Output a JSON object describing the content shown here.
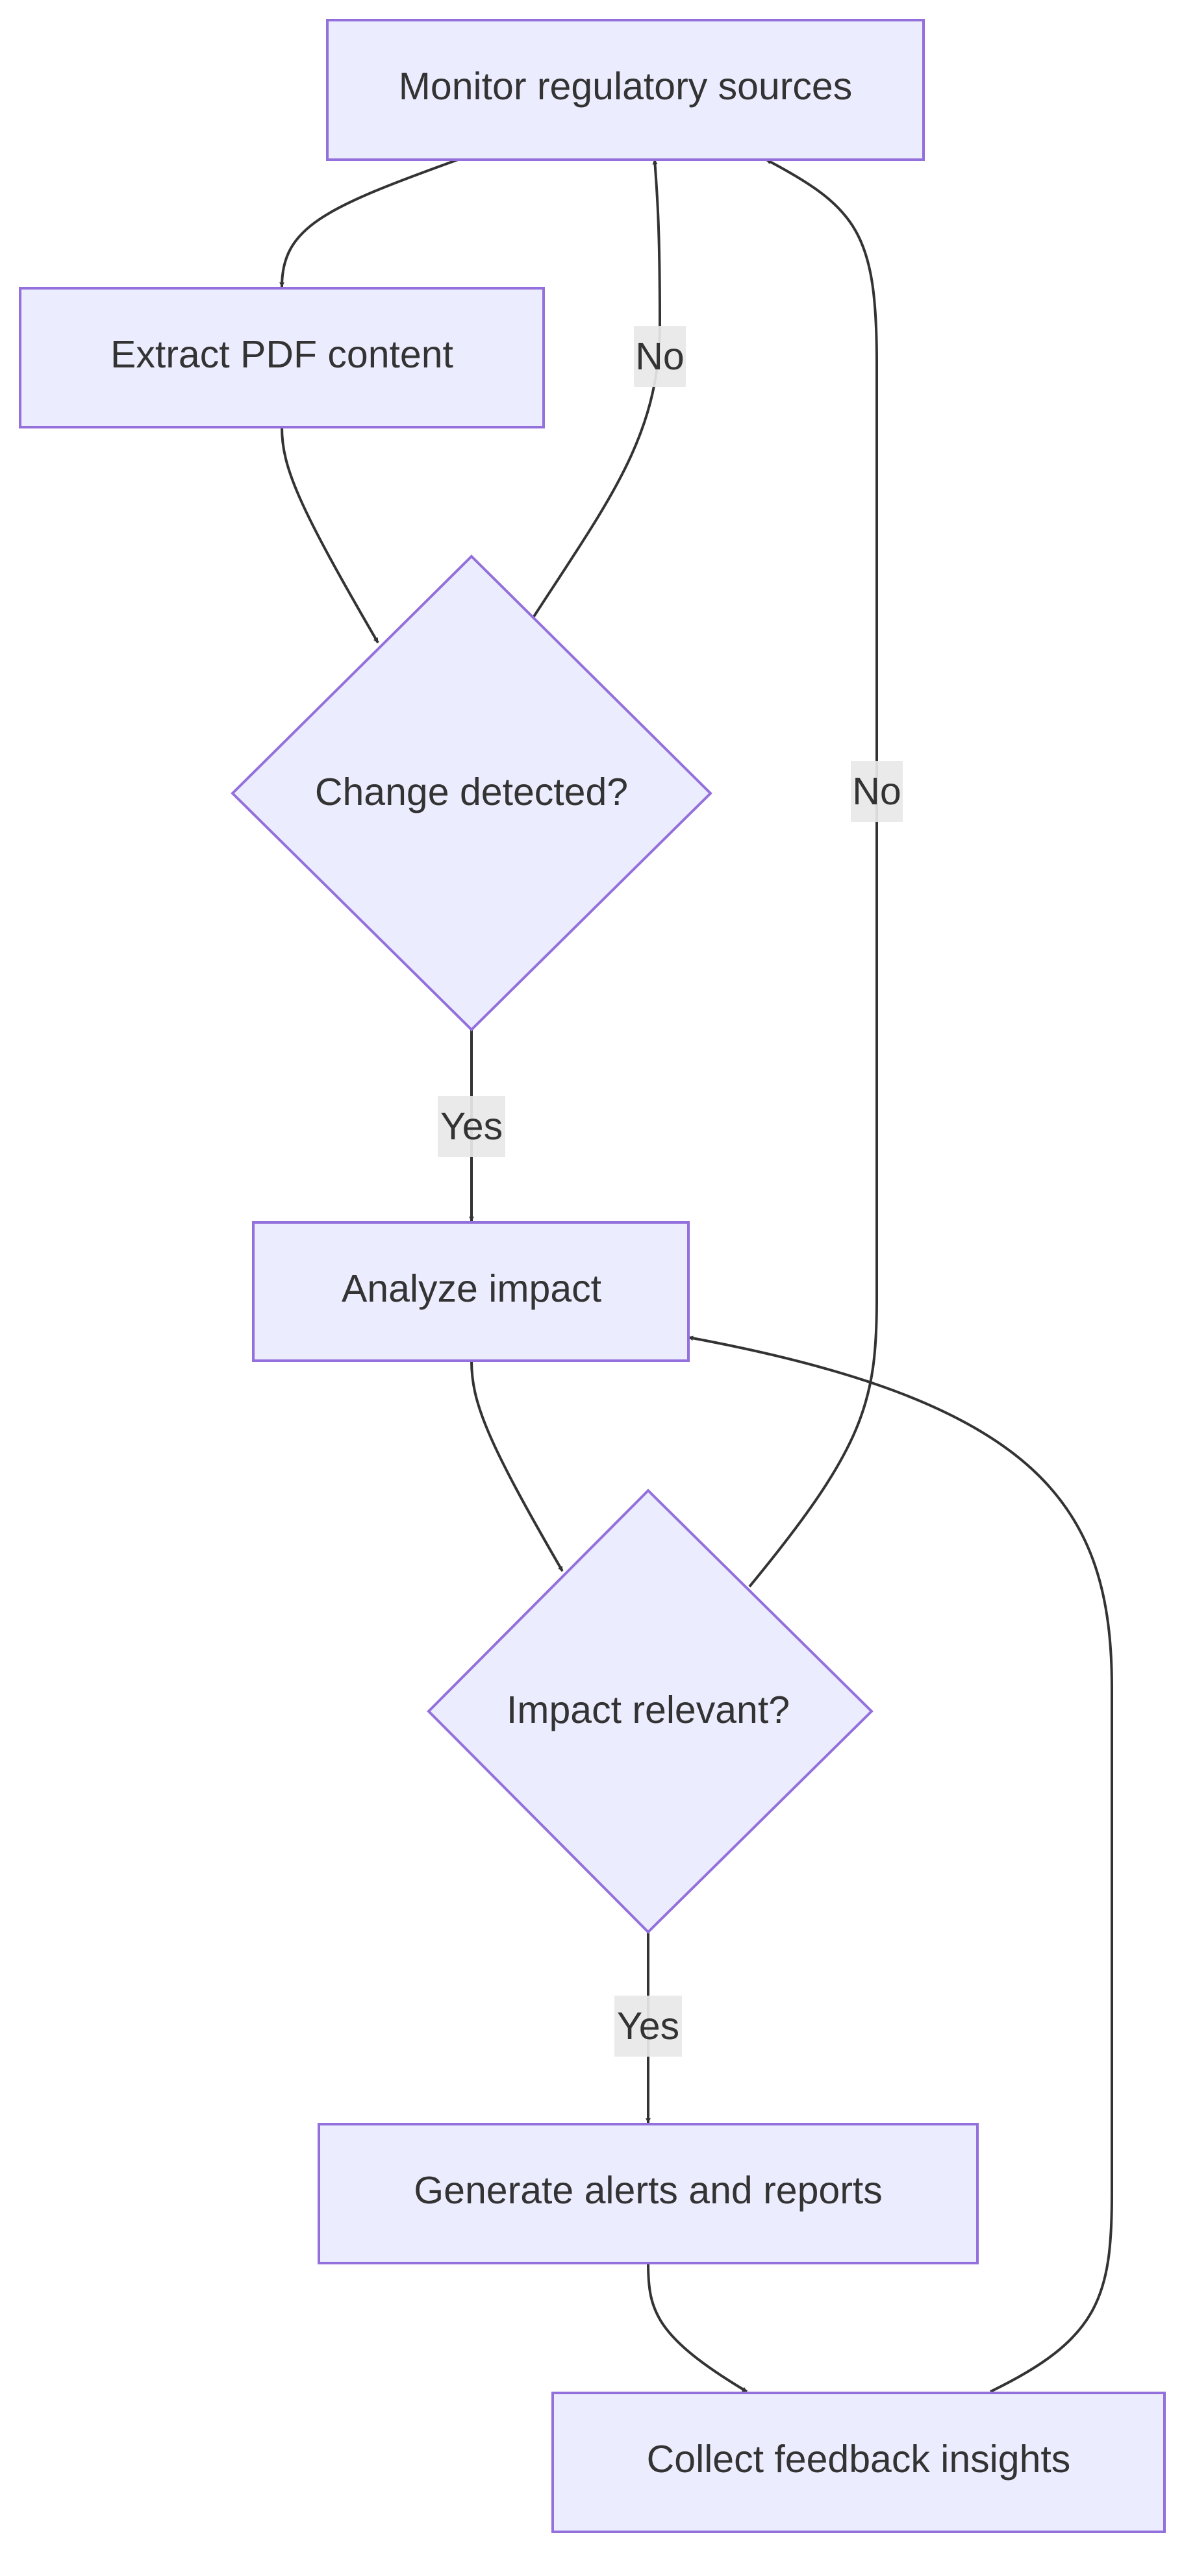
{
  "nodes": {
    "monitor": "Monitor regulatory sources",
    "extract": "Extract PDF content",
    "change": "Change detected?",
    "analyze": "Analyze impact",
    "relevant": "Impact relevant?",
    "alerts": "Generate alerts and reports",
    "feedback": "Collect feedback insights"
  },
  "edges": {
    "change_no": "No",
    "change_yes": "Yes",
    "relevant_no": "No",
    "relevant_yes": "Yes"
  },
  "colors": {
    "node_fill": "#ECECFF",
    "node_stroke": "#9370DB",
    "text": "#333333",
    "edge": "#333333",
    "label_bg": "#E8E8E8"
  }
}
